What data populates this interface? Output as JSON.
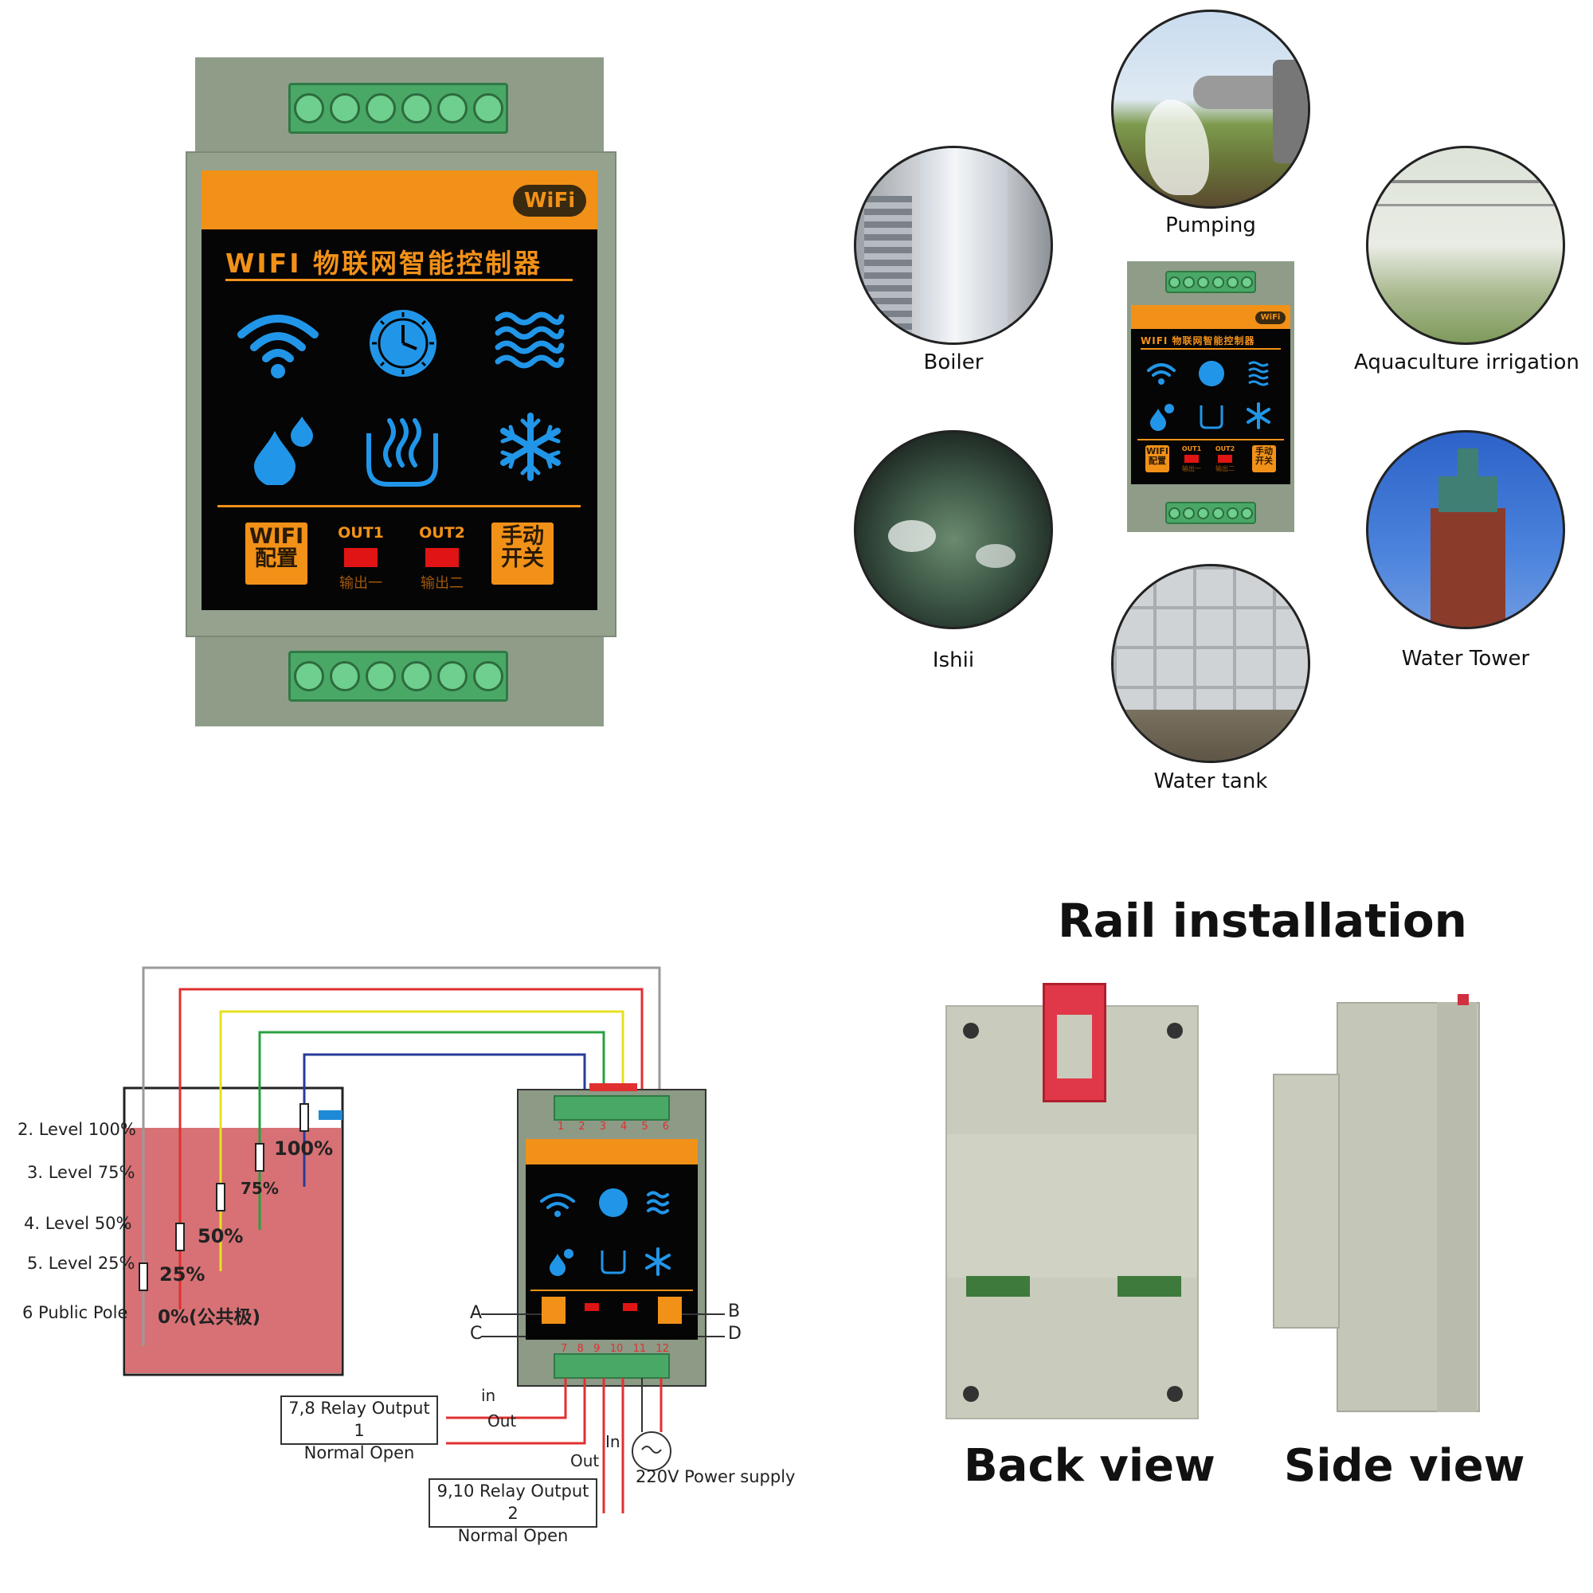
{
  "device": {
    "wifi_logo": "WiFi",
    "title": "WIFI 物联网智能控制器",
    "btn_wifi": [
      "WIFI",
      "配置"
    ],
    "out1": "OUT1",
    "out1_sub": "输出一",
    "out2": "OUT2",
    "out2_sub": "输出二",
    "btn_manual": [
      "手动",
      "开关"
    ],
    "icons": [
      "wifi-icon",
      "clock-icon",
      "waves-icon",
      "water-drop-icon",
      "heater-icon",
      "snowflake-icon"
    ],
    "icon_color": "#2196e8",
    "accent": "#f29118"
  },
  "applications": {
    "items": [
      "Pumping",
      "Boiler",
      "Aquaculture irrigation",
      "Ishii",
      "Water Tower",
      "Water tank"
    ]
  },
  "wiring": {
    "levels": [
      "2. Level 100%",
      "3. Level 75%",
      "4. Level 50%",
      "5. Level 25%",
      "6 Public Pole"
    ],
    "percents": [
      "100%",
      "75%",
      "50%",
      "25%",
      "0%(公共极)"
    ],
    "top_terminals": [
      "1",
      "2",
      "3",
      "4",
      "5",
      "6"
    ],
    "bottom_terminals": [
      "7",
      "8",
      "9",
      "10",
      "11",
      "12"
    ],
    "side_letters": [
      "A",
      "C",
      "B",
      "D"
    ],
    "relay1": [
      "7,8 Relay Output 1",
      "Normal Open"
    ],
    "relay2": [
      "9,10 Relay Output 2",
      "Normal Open"
    ],
    "in_label": "in",
    "out_label": "Out",
    "in2_label": "In",
    "out2_label": "Out",
    "power": "220V Power supply",
    "wire_colors": [
      "#9a9a9a",
      "#e03030",
      "#e8e020",
      "#2aa040",
      "#283c9a"
    ]
  },
  "rail": {
    "title": "Rail installation",
    "back": "Back view",
    "side": "Side view"
  }
}
